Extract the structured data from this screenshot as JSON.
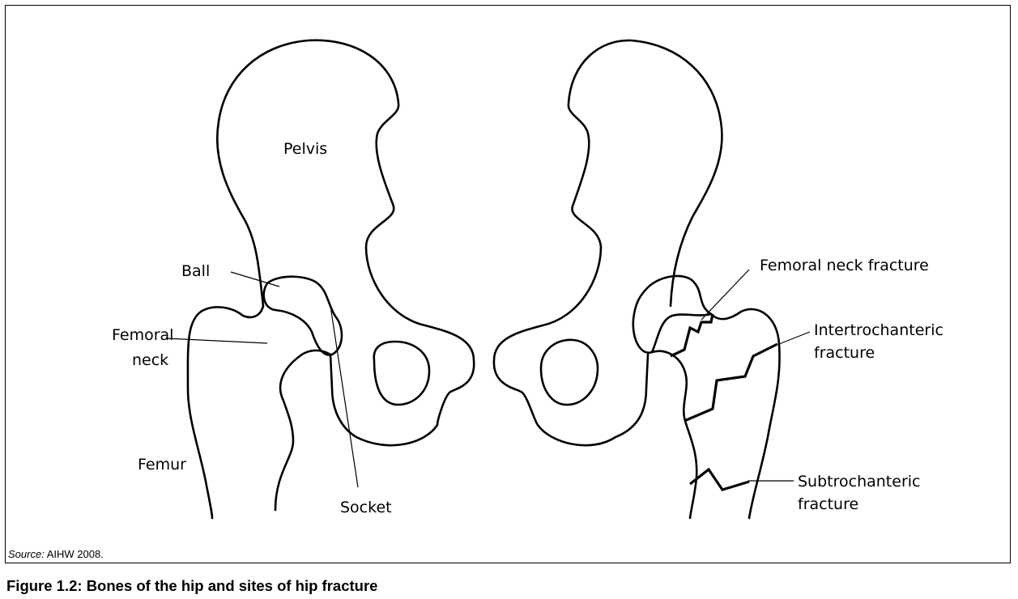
{
  "labels": {
    "pelvis": "Pelvis",
    "ball": "Ball",
    "femoral_neck_line1": "Femoral",
    "femoral_neck_line2": "neck",
    "femur": "Femur",
    "socket": "Socket",
    "femoral_neck_fracture": "Femoral neck fracture",
    "intertrochanteric_line1": "Intertrochanteric",
    "intertrochanteric_line2": "fracture",
    "subtrochanteric_line1": "Subtrochanteric",
    "subtrochanteric_line2": "fracture"
  },
  "source": {
    "prefix": "Source:",
    "text": " AIHW 2008."
  },
  "caption": "Figure 1.2: Bones of the hip and sites of hip fracture"
}
